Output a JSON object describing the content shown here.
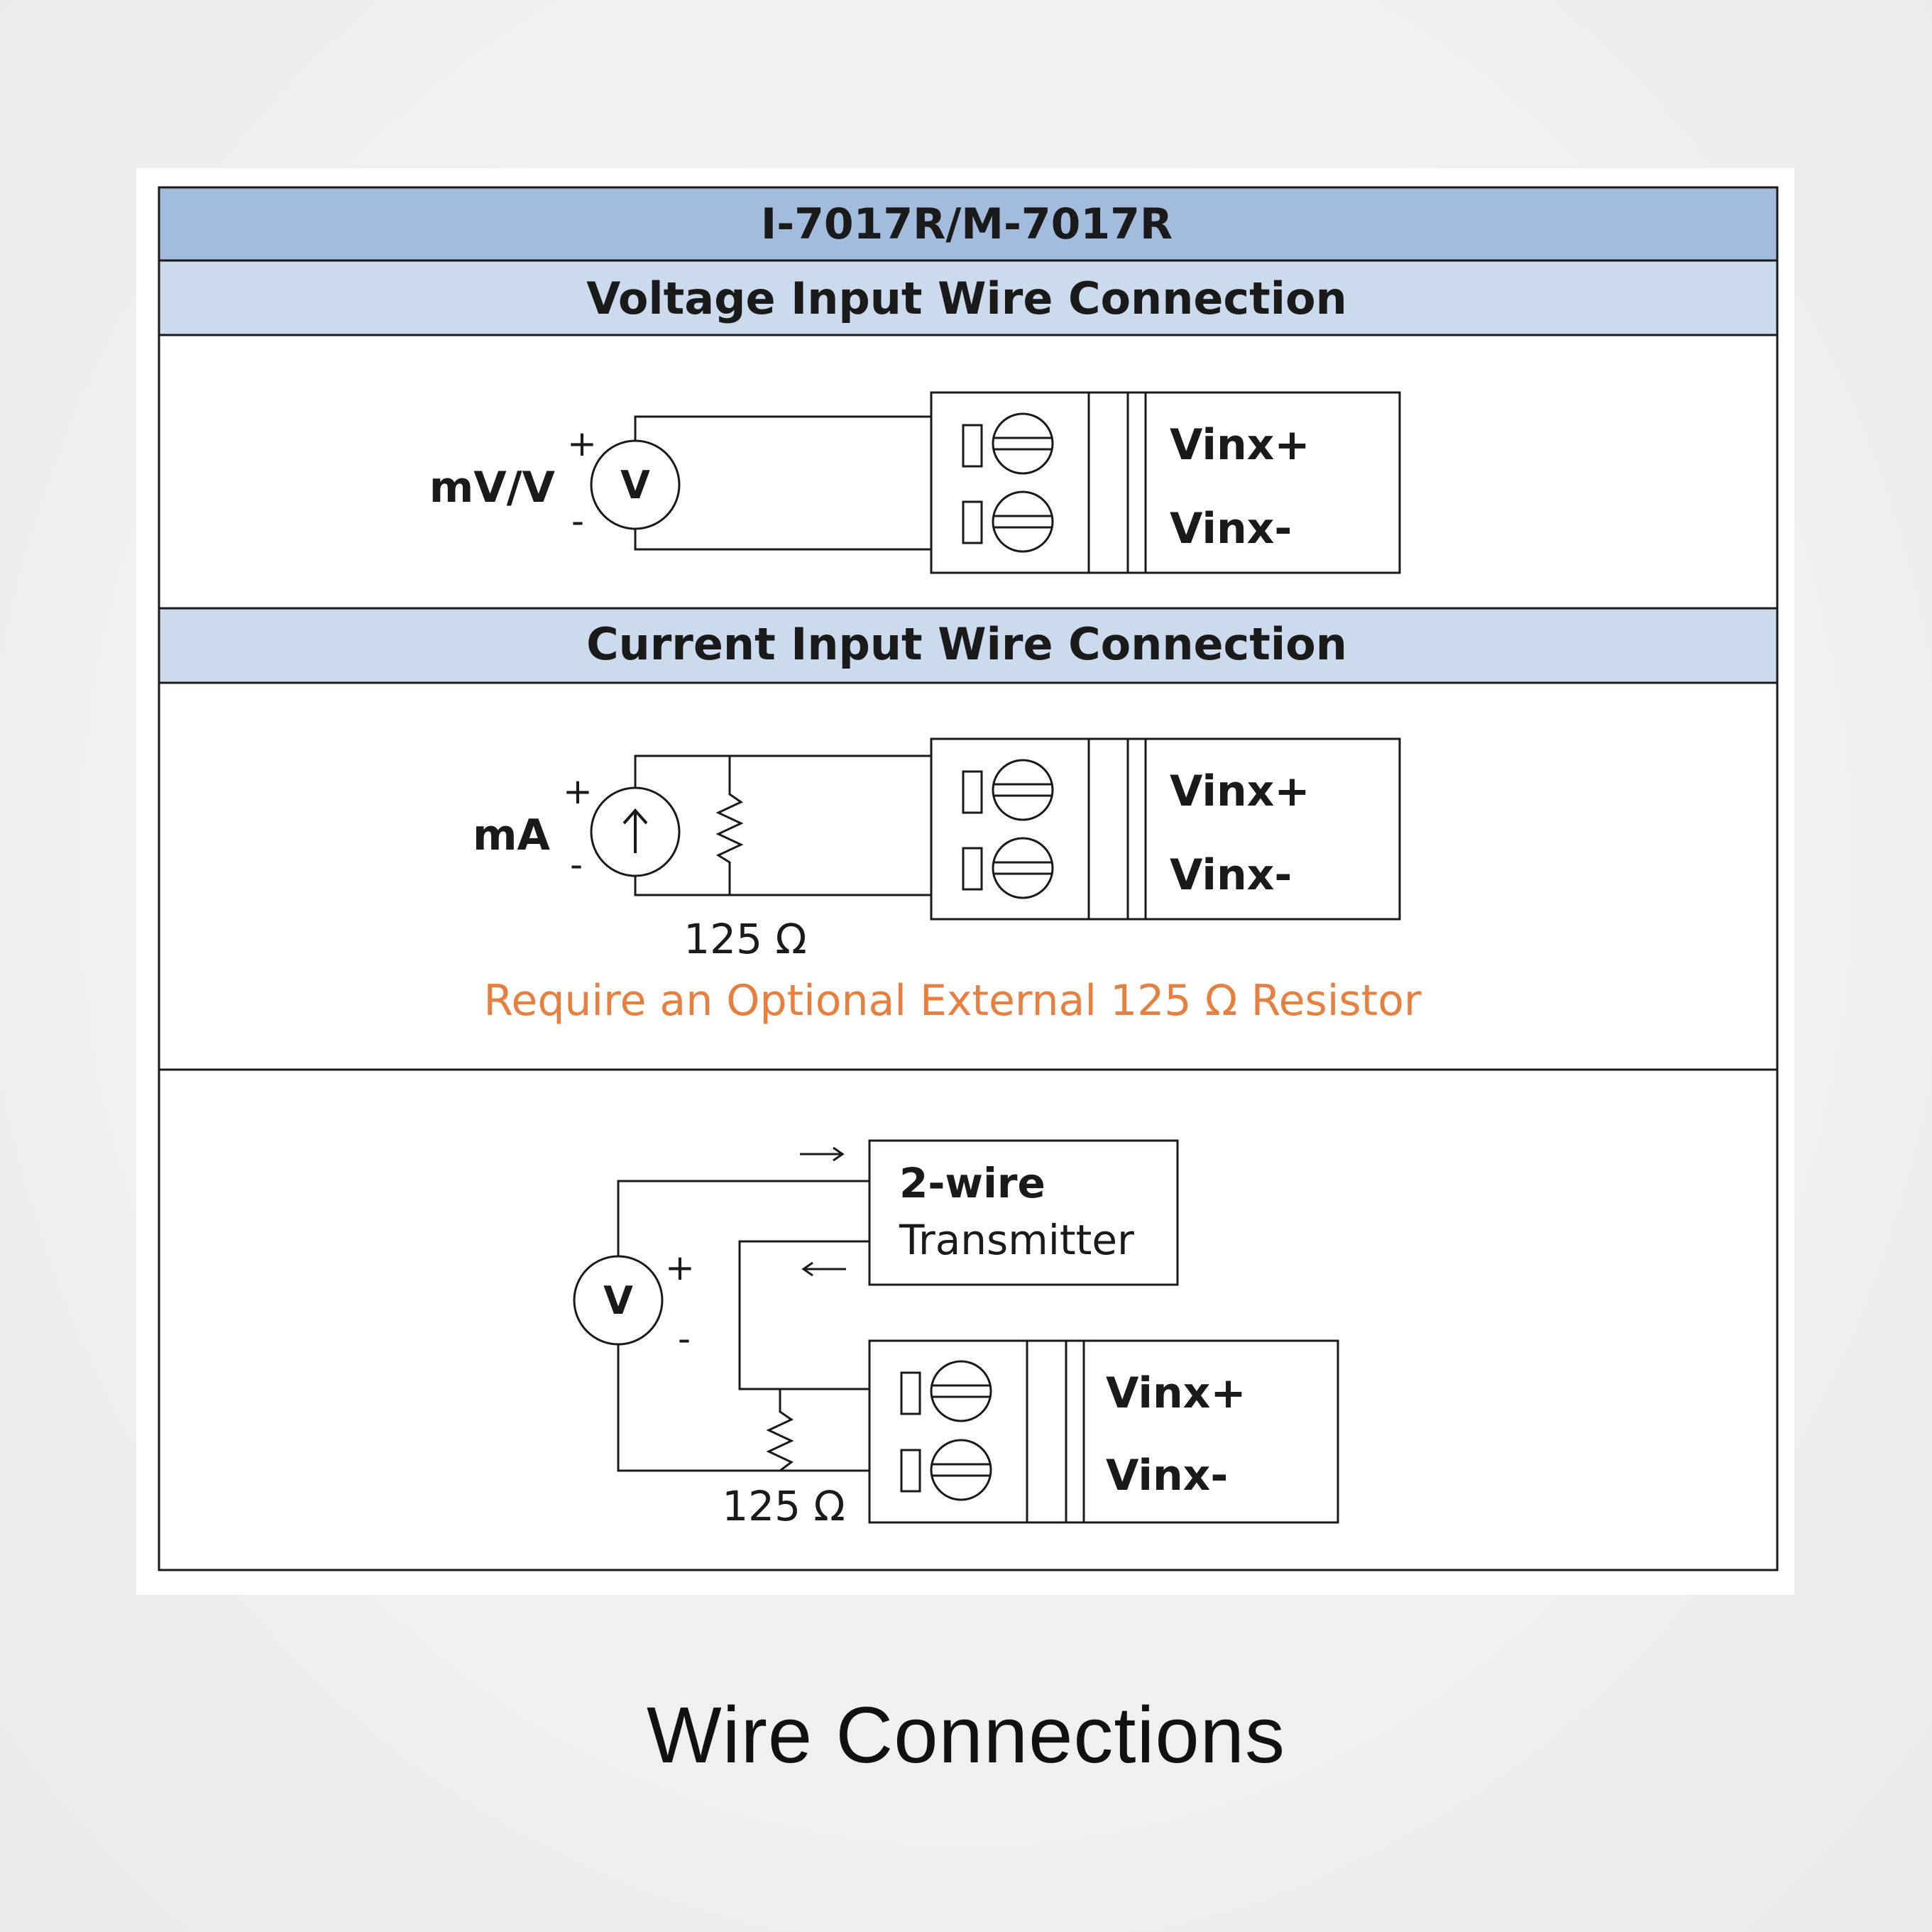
{
  "table": {
    "title": "I-7017R/M-7017R",
    "voltage_section": {
      "header": "Voltage Input Wire Connection",
      "source_label": "mV/V",
      "meter_symbol": "V",
      "plus": "+",
      "minus": "-",
      "terminal_plus": "Vinx+",
      "terminal_minus": "Vinx-"
    },
    "current_section": {
      "header": "Current Input Wire Connection",
      "source_label": "mA",
      "plus": "+",
      "minus": "-",
      "resistor_label": "125 Ω",
      "note": "Require an Optional External 125 Ω Resistor",
      "terminal_plus": "Vinx+",
      "terminal_minus": "Vinx-"
    },
    "transmitter_section": {
      "meter_symbol": "V",
      "plus": "+",
      "minus": "-",
      "transmitter_line1": "2-wire",
      "transmitter_line2": "Transmitter",
      "resistor_label": "125 Ω",
      "terminal_plus": "Vinx+",
      "terminal_minus": "Vinx-"
    }
  },
  "caption": "Wire Connections",
  "colors": {
    "header_main": "#a3bbdd",
    "header_sub": "#ccdaed",
    "note": "#e87f3e"
  }
}
